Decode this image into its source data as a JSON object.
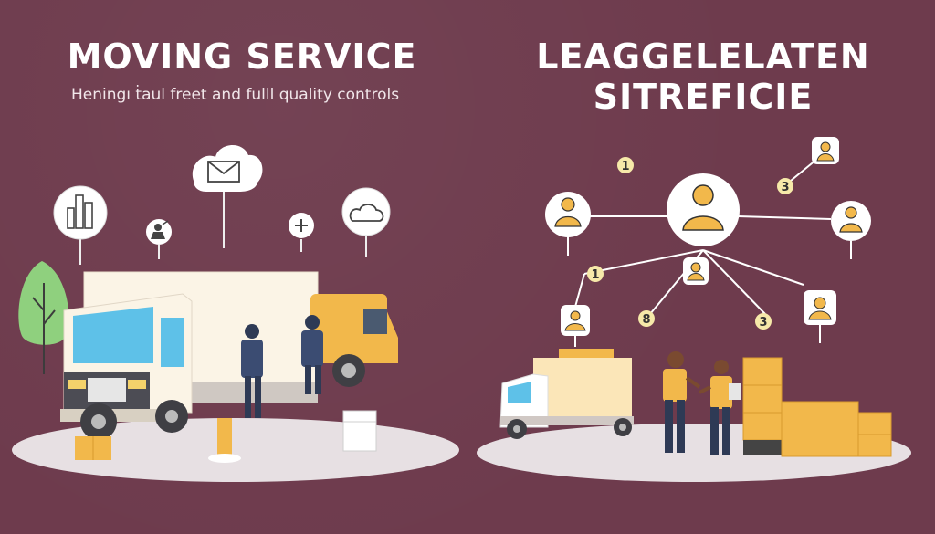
{
  "left_panel": {
    "title": "MOVING SERVICE",
    "subtitle": "Heningı ṫaul freet and fulll quality controls"
  },
  "right_panel": {
    "title_line1": "LEAGGELELATEN",
    "title_line2": "SITREFICIE",
    "node_numbers": [
      "1",
      "3",
      "1",
      "8",
      "3"
    ]
  },
  "colors": {
    "background": "#6e3b4d",
    "accent_yellow": "#f2b84b",
    "truck_white": "#fbf4e6",
    "truck_window": "#5ec1e8",
    "platform": "#e7e0e3",
    "tree_green": "#8fd07e"
  },
  "icons": [
    "envelope-cloud-icon",
    "buildings-icon",
    "person-icon",
    "plus-icon",
    "cloud-icon",
    "user-avatar-icon"
  ]
}
